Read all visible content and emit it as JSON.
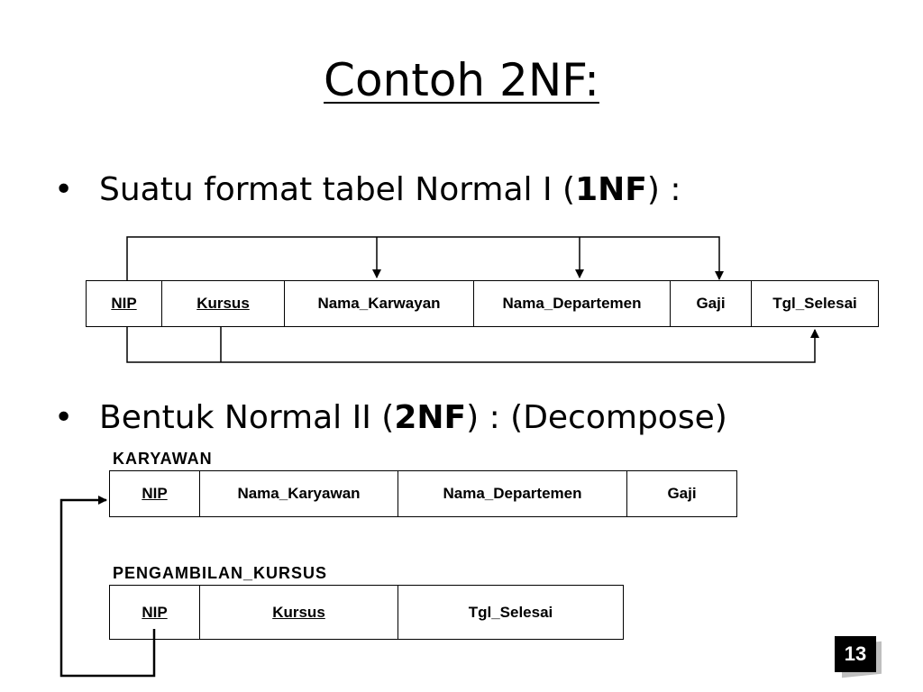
{
  "title": "Contoh 2NF:",
  "bullets": {
    "first": {
      "dot": "•",
      "pre": "Suatu format tabel Normal I (",
      "bold": "1NF",
      "post": ") :"
    },
    "second": {
      "dot": "•",
      "pre": "Bentuk Normal II (",
      "bold": "2NF",
      "post": ") : (Decompose)"
    }
  },
  "table_1nf": {
    "columns": [
      "NIP",
      "Kursus",
      "Nama_Karwayan",
      "Nama_Departemen",
      "Gaji",
      "Tgl_Selesai"
    ]
  },
  "karyawan": {
    "name": "KARYAWAN",
    "columns": [
      "NIP",
      "Nama_Karyawan",
      "Nama_Departemen",
      "Gaji"
    ]
  },
  "pengambilan_kursus": {
    "name": "PENGAMBILAN_KURSUS",
    "columns": [
      "NIP",
      "Kursus",
      "Tgl_Selesai"
    ]
  },
  "page_number": "13"
}
